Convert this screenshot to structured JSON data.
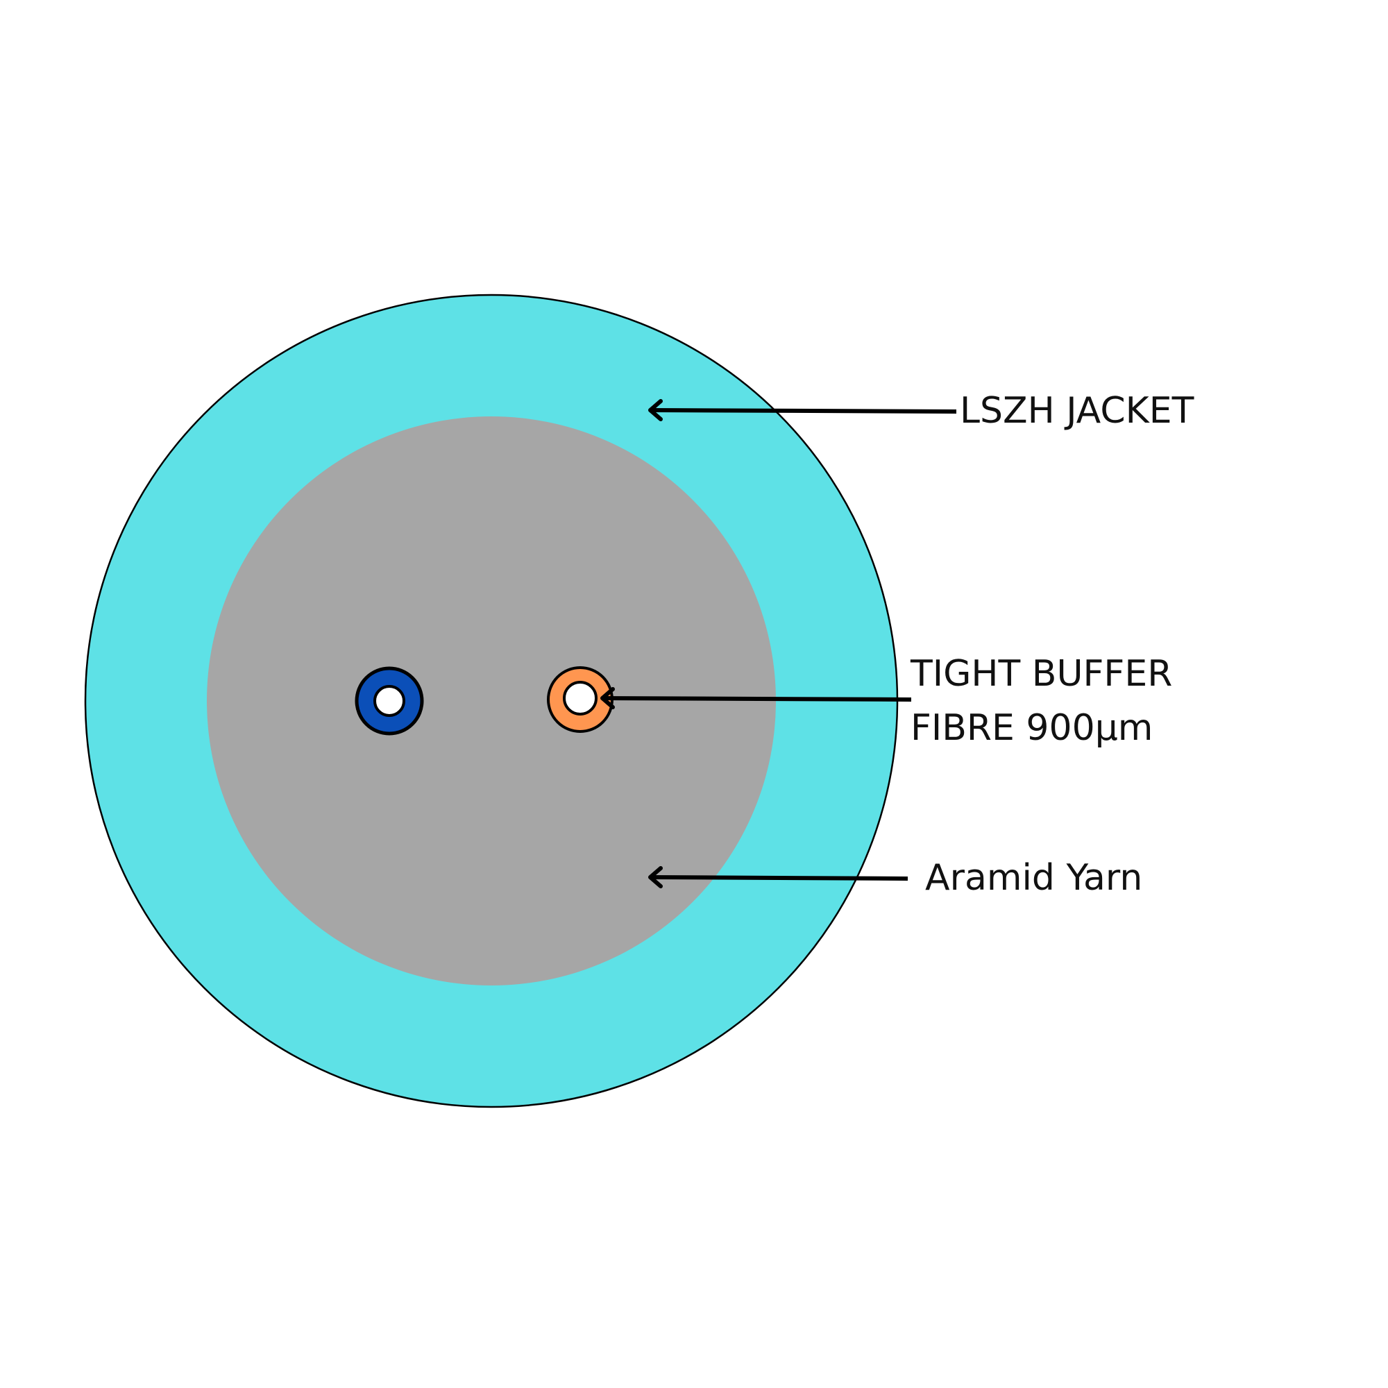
{
  "labels": {
    "jacket": "LSZH JACKET",
    "buffer_line1": "TIGHT BUFFER",
    "buffer_line2": "FIBRE 900µm",
    "yarn": "Aramid Yarn"
  },
  "colors": {
    "background": "#ffffff",
    "jacket": "#5ee1e6",
    "aramid_yarn": "#a6a6a6",
    "fibre_blue": "#0b4fb8",
    "fibre_orange": "#ff9650",
    "fibre_core": "#ffffff",
    "outline": "#000000"
  }
}
